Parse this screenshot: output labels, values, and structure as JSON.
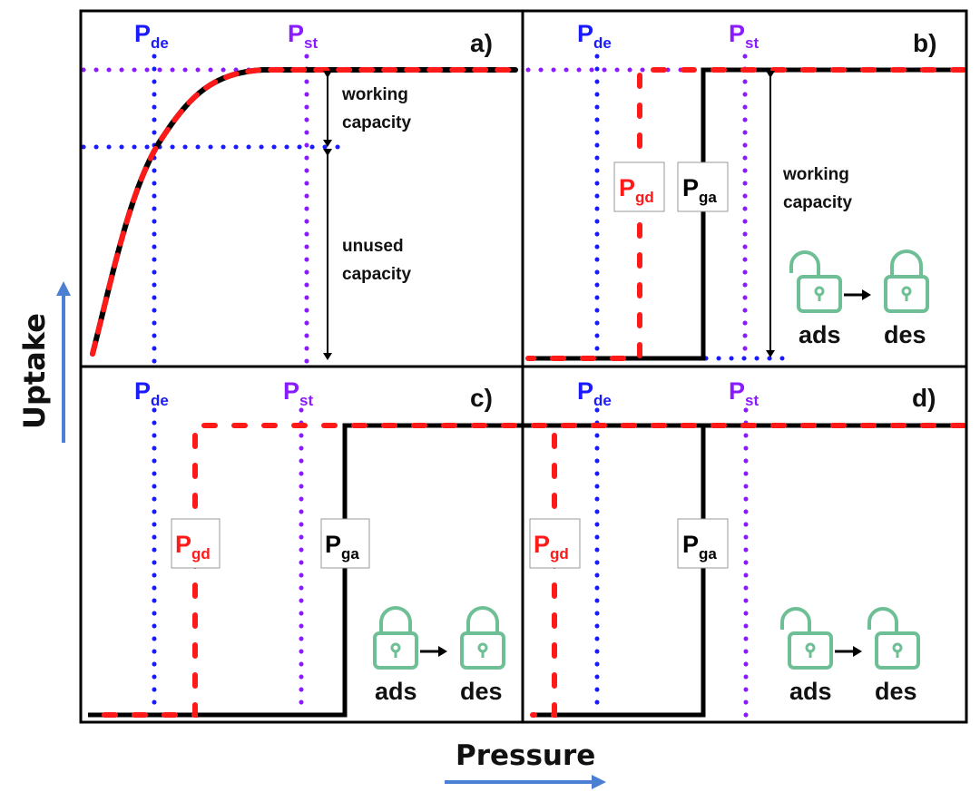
{
  "axes": {
    "y_label": "Uptake",
    "x_label": "Pressure",
    "arrow_color": "#4a7fd4"
  },
  "colors": {
    "adsorption": "#000000",
    "desorption": "#ff1a1a",
    "p_de": "#1a1aff",
    "p_st": "#8a1aff",
    "lock": "#6fbf96",
    "text": "#111111"
  },
  "symbols": {
    "p_de": {
      "main": "P",
      "sub": "de"
    },
    "p_st": {
      "main": "P",
      "sub": "st"
    },
    "p_gd": {
      "main": "P",
      "sub": "gd"
    },
    "p_ga": {
      "main": "P",
      "sub": "ga"
    }
  },
  "panels": [
    {
      "id": "a",
      "label": "a)",
      "type": "type-I isotherm",
      "annotations": [
        {
          "text_lines": [
            "working",
            "capacity"
          ]
        },
        {
          "text_lines": [
            "unused",
            "capacity"
          ]
        }
      ]
    },
    {
      "id": "b",
      "label": "b)",
      "type": "gated isotherm, gates between P_de and P_st",
      "annotations": [
        {
          "text_lines": [
            "working",
            "capacity"
          ]
        }
      ],
      "locks": {
        "from_state": "unlocked",
        "to_state": "locked",
        "from_label": "ads",
        "to_label": "des"
      }
    },
    {
      "id": "c",
      "label": "c)",
      "type": "gated isotherm, adsorption gate above P_st",
      "locks": {
        "from_state": "locked",
        "to_state": "locked",
        "from_label": "ads",
        "to_label": "des"
      }
    },
    {
      "id": "d",
      "label": "d)",
      "type": "gated isotherm, desorption gate below P_de",
      "locks": {
        "from_state": "unlocked",
        "to_state": "unlocked",
        "from_label": "ads",
        "to_label": "des"
      }
    }
  ]
}
